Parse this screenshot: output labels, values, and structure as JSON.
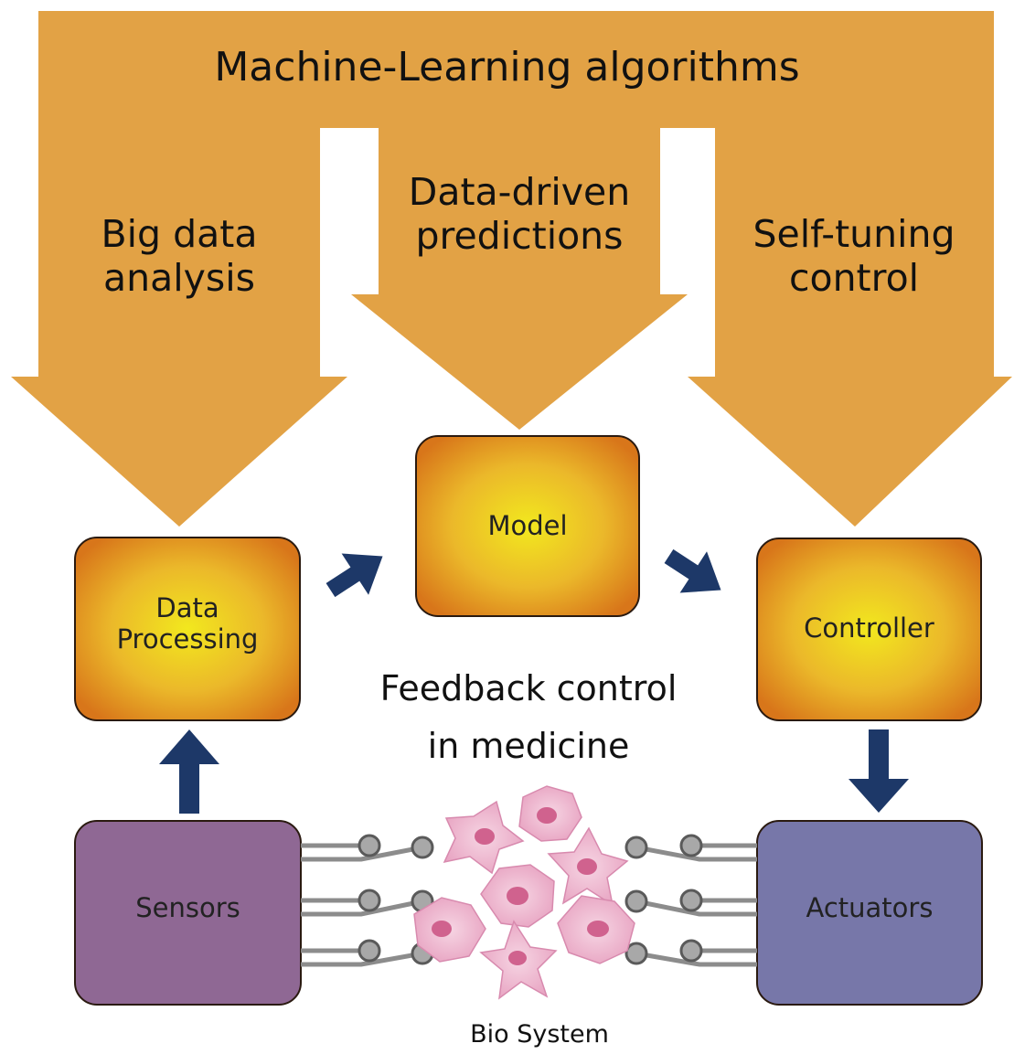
{
  "title": "Machine-Learning algorithms",
  "ml_branches": [
    {
      "id": "big-data",
      "label_lines": [
        "Big data",
        "analysis"
      ]
    },
    {
      "id": "predictions",
      "label_lines": [
        "Data-driven",
        "predictions"
      ]
    },
    {
      "id": "self-tuning",
      "label_lines": [
        "Self-tuning",
        "control"
      ]
    }
  ],
  "blocks": {
    "data_processing": {
      "label_lines": [
        "Data",
        "Processing"
      ]
    },
    "model": {
      "label": "Model"
    },
    "controller": {
      "label": "Controller"
    },
    "sensors": {
      "label": "Sensors"
    },
    "actuators": {
      "label": "Actuators"
    }
  },
  "center": {
    "label_lines": [
      "Feedback control",
      "in medicine"
    ]
  },
  "bio_system": {
    "label": "Bio System"
  },
  "colors": {
    "ml_orange": "#E2A245",
    "block_center": "#F2E21E",
    "block_edge": "#D8761A",
    "sensors_purple": "#8F6894",
    "actuators_blue": "#7777A9",
    "arrow_navy": "#1D3868",
    "cell_pink": "#E8A6C2",
    "nucleus": "#D0628E",
    "connector_gray": "#8C8C8C"
  }
}
